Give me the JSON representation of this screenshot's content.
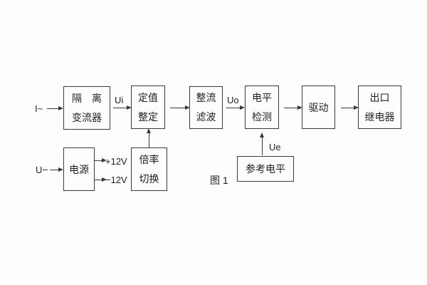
{
  "caption": "图 1",
  "inputs": {
    "current": "I~",
    "voltage": "U"
  },
  "signals": {
    "ui": "Ui",
    "uo": "Uo",
    "ue": "Ue",
    "plus12v": "+12V",
    "minus12v": "−12V"
  },
  "blocks": {
    "isolation": {
      "line1": "隔　离",
      "line2": "变流器"
    },
    "setting": {
      "line1": "定值",
      "line2": "整定"
    },
    "rectify": {
      "line1": "整流",
      "line2": "滤波"
    },
    "level": {
      "line1": "电平",
      "line2": "检测"
    },
    "drive": {
      "line1": "驱动"
    },
    "relay": {
      "line1": "出口",
      "line2": "继电器"
    },
    "power": {
      "line1": "电源"
    },
    "multiplier": {
      "line1": "倍率",
      "line2": "切换"
    },
    "reference": {
      "line1": "参考电平"
    }
  },
  "colors": {
    "line": "#3a3a3a",
    "text": "#1f1f1f",
    "background": "#fdfdfd"
  }
}
